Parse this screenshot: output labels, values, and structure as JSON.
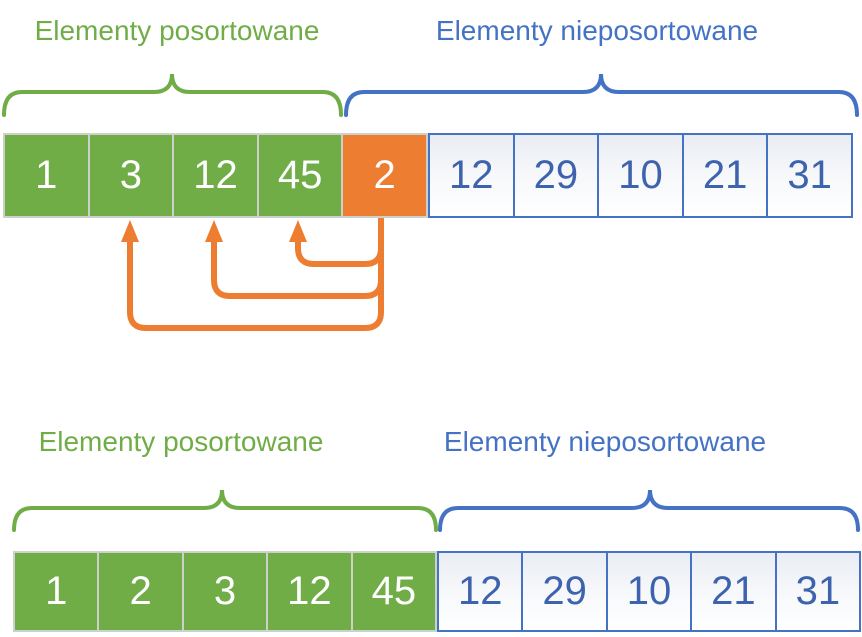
{
  "diagram_title": "insertion-sort-step-diagram",
  "colors": {
    "sorted_green": "#70AD47",
    "inserting_orange": "#ED7D31",
    "unsorted_blue": "#4472C4",
    "cell_number_blue": "#3E63AE",
    "cell_divider_gray": "#ccd1cb"
  },
  "top": {
    "sorted_label": "Elementy posortowane",
    "unsorted_label": "Elementy nieposortowane",
    "sorted_cells": [
      "1",
      "3",
      "12",
      "45"
    ],
    "inserting_cell": "2",
    "unsorted_cells": [
      "12",
      "29",
      "10",
      "21",
      "31"
    ]
  },
  "bottom": {
    "sorted_label": "Elementy posortowane",
    "unsorted_label": "Elementy nieposortowane",
    "sorted_cells": [
      "1",
      "2",
      "3",
      "12",
      "45"
    ],
    "unsorted_cells": [
      "12",
      "29",
      "10",
      "21",
      "31"
    ]
  }
}
